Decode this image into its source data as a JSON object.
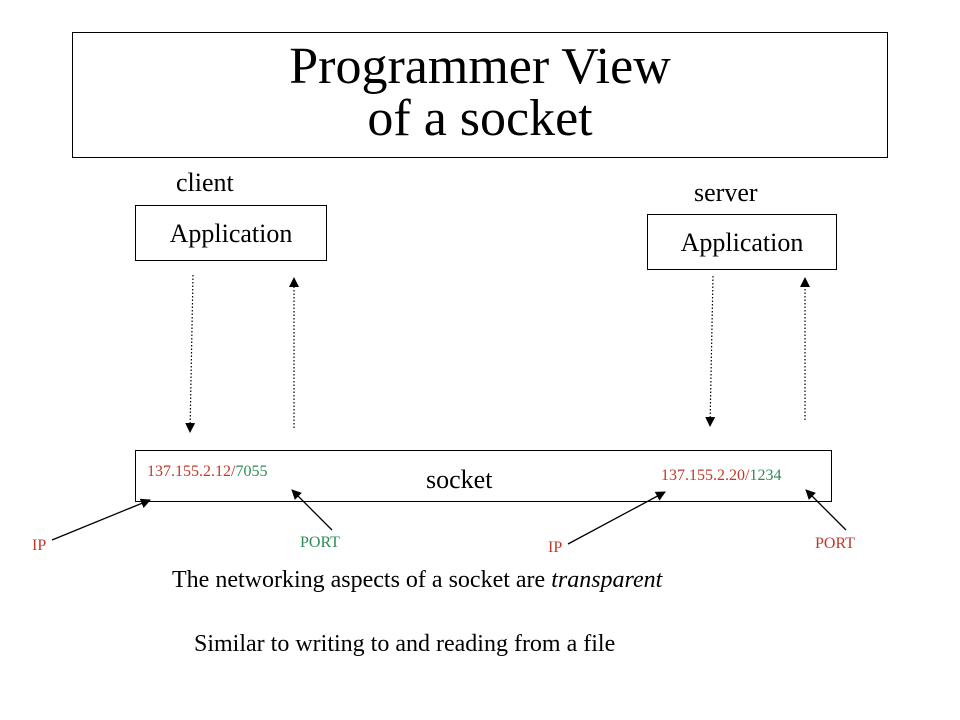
{
  "title": {
    "line1": "Programmer View",
    "line2": "of a socket"
  },
  "client": {
    "label": "client",
    "app_label": "Application",
    "ip": "137.155.2.12",
    "separator": "/",
    "port": "7055"
  },
  "server": {
    "label": "server",
    "app_label": "Application",
    "ip": "137.155.2.20",
    "separator": "/",
    "port": "1234"
  },
  "socket": {
    "label": "socket"
  },
  "callouts": {
    "client_ip": "IP",
    "client_port": "PORT",
    "server_ip": "IP",
    "server_port": "PORT"
  },
  "captions": {
    "line1_prefix": "The networking aspects of a socket are ",
    "line1_emph": "transparent",
    "line2": "Similar to writing to and reading from a file"
  },
  "colors": {
    "ip": "#c0392b",
    "port": "#2e8b57"
  }
}
